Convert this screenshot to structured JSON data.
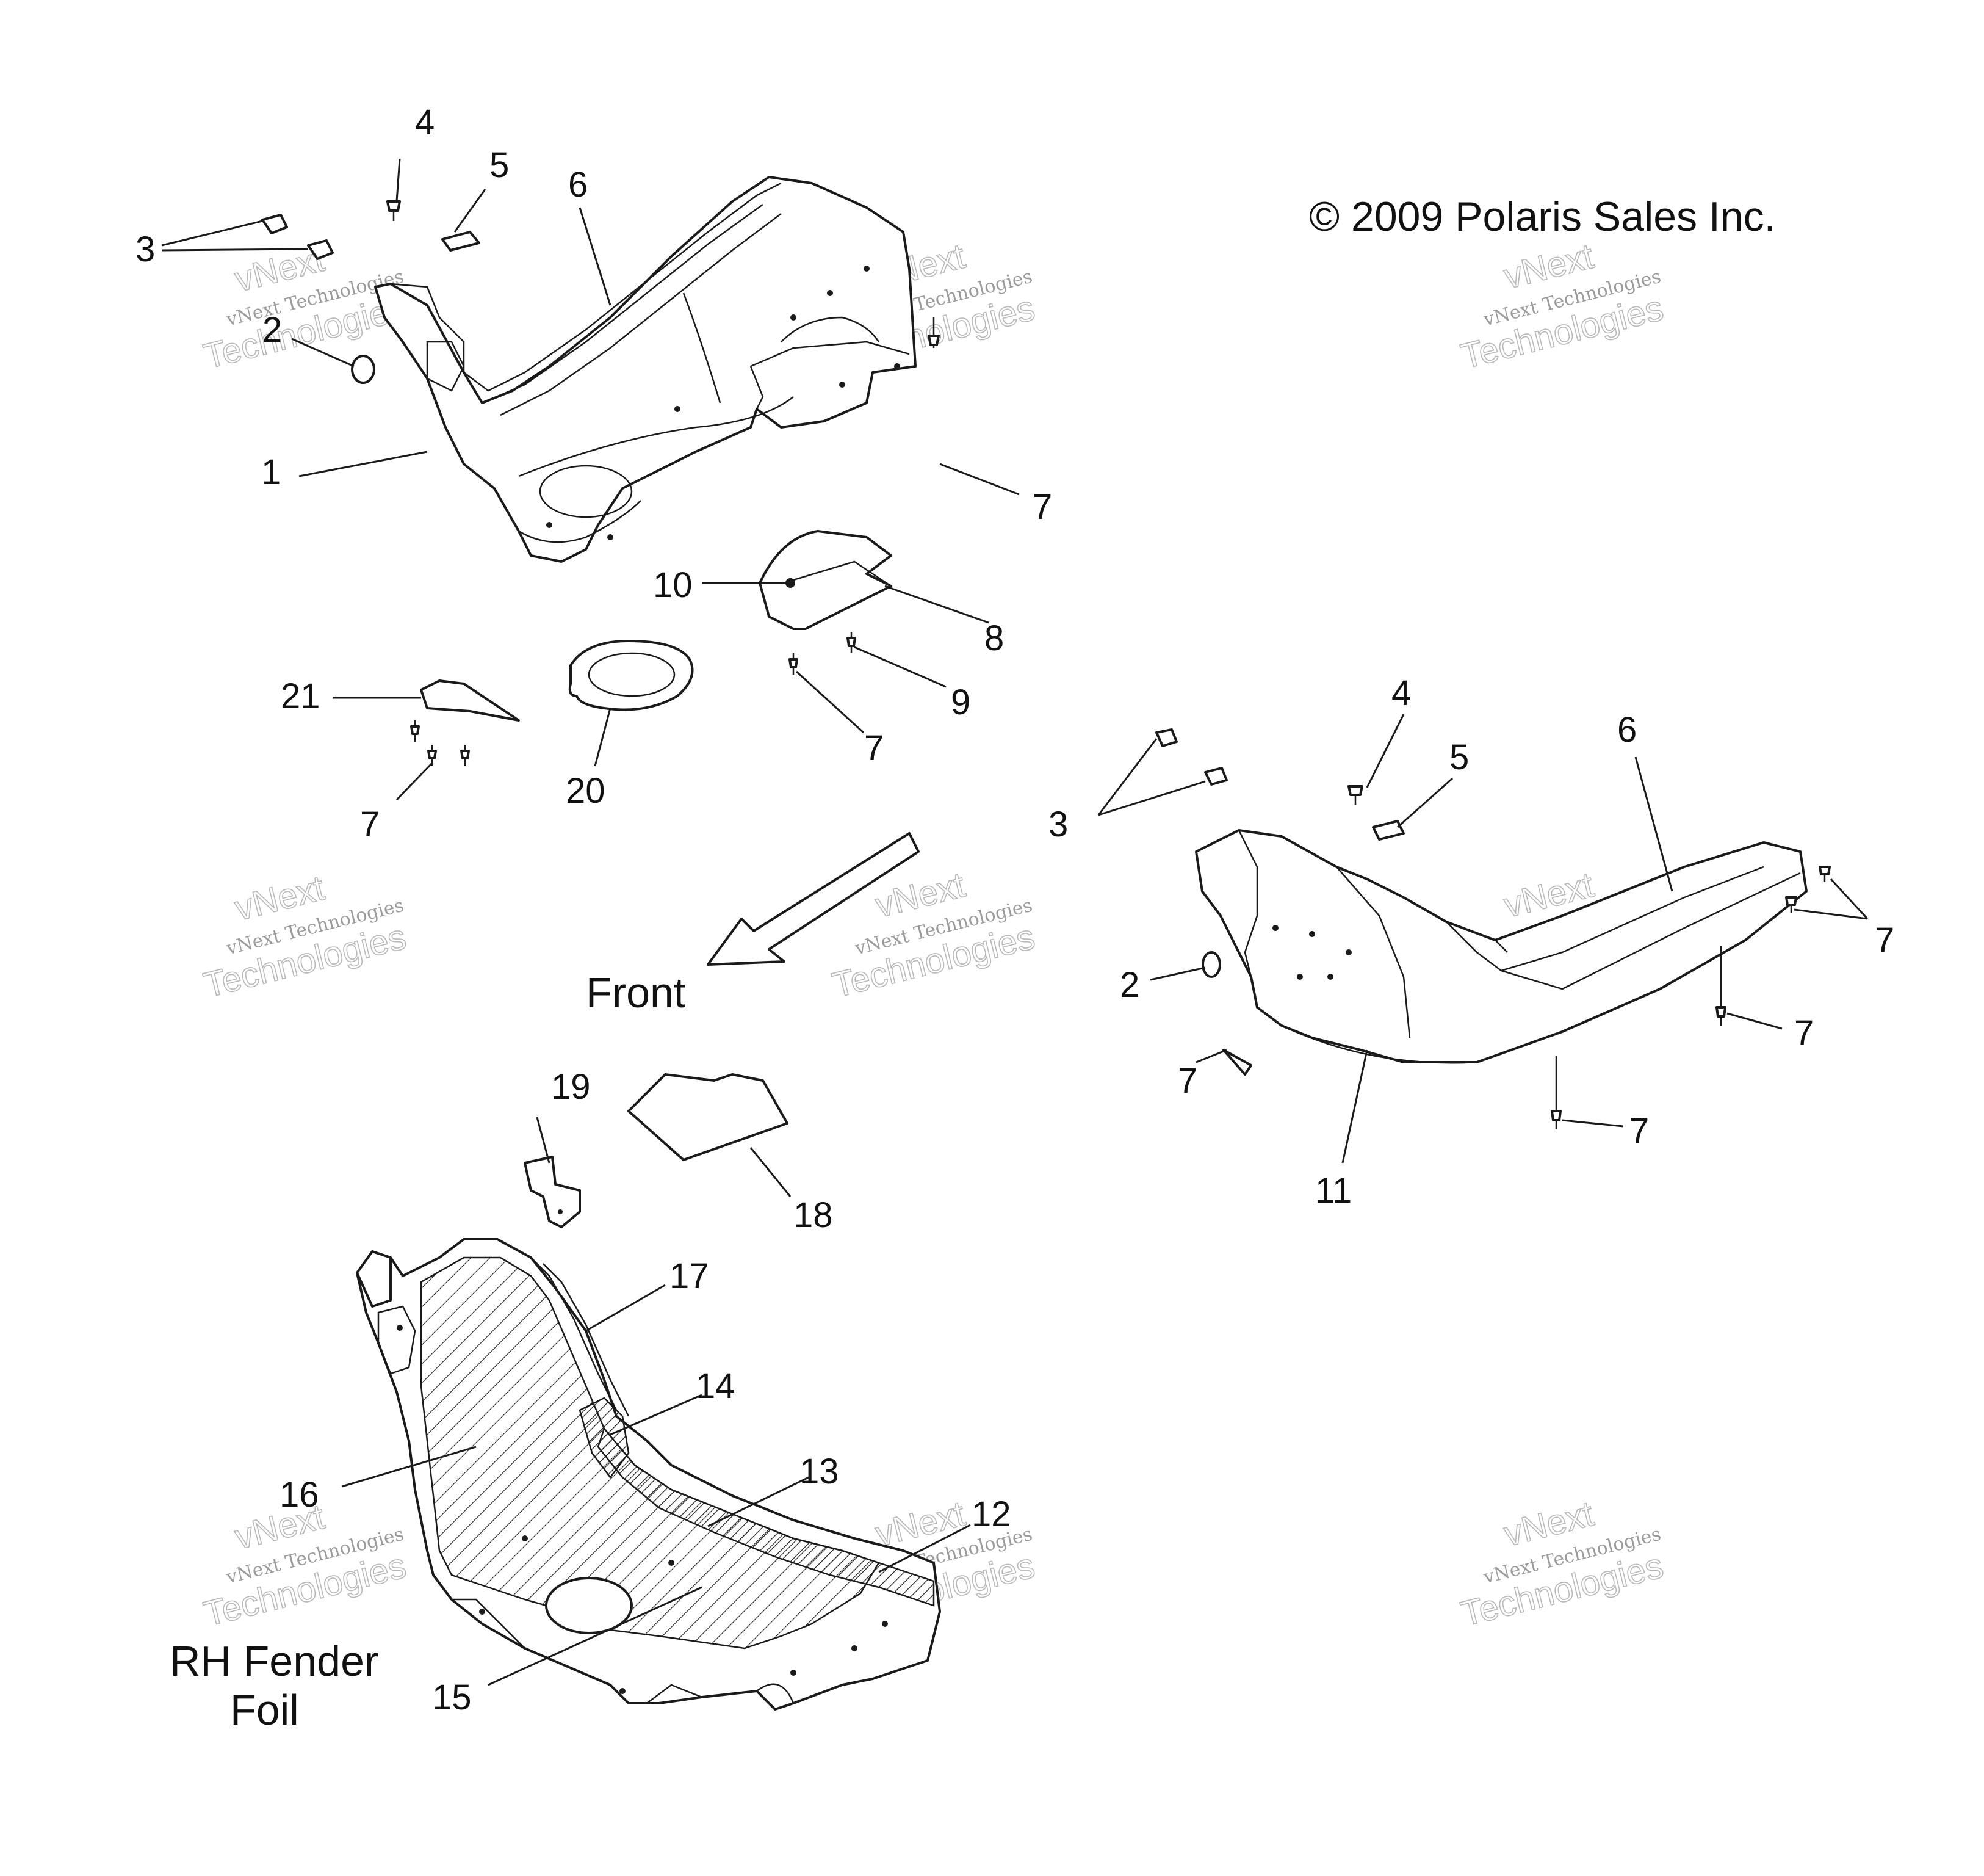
{
  "copyright": "© 2009 Polaris Sales Inc.",
  "watermark": {
    "line1": "vNext Technologies",
    "line2": "vNext",
    "line3": "Technologies"
  },
  "direction_label": "Front",
  "foil_label": [
    "RH Fender",
    "Foil"
  ],
  "callouts": {
    "c1": "1",
    "c2a": "2",
    "c3a": "3",
    "c4a": "4",
    "c5a": "5",
    "c6a": "6",
    "c7a": "7",
    "c7b": "7",
    "c7c": "7",
    "c8": "8",
    "c9": "9",
    "c10": "10",
    "c20": "20",
    "c21": "21",
    "c2b": "2",
    "c3b": "3",
    "c4b": "4",
    "c5b": "5",
    "c6b": "6",
    "c7d": "7",
    "c7e": "7",
    "c7f": "7",
    "c7g": "7",
    "c11": "11",
    "c12": "12",
    "c13": "13",
    "c14": "14",
    "c15": "15",
    "c16": "16",
    "c17": "17",
    "c18": "18",
    "c19": "19"
  }
}
